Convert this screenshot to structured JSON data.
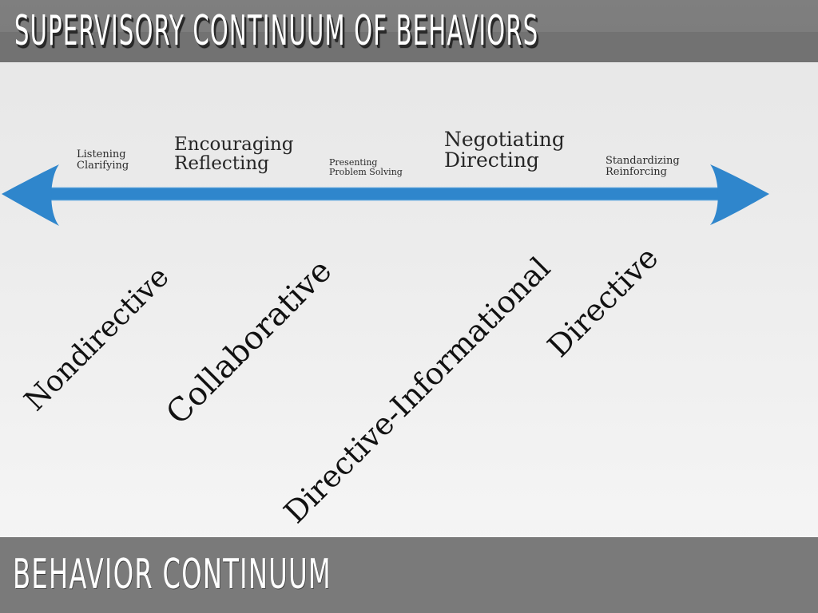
{
  "header": {
    "title": "SUPERVISORY CONTINUUM OF BEHAVIORS"
  },
  "footer": {
    "title": "BEHAVIOR CONTINUUM"
  },
  "diagram": {
    "arrow": {
      "type": "double-headed-horizontal",
      "color": "#2f86cc",
      "edge_color": "#5aa2db"
    },
    "behaviors": [
      {
        "line1": "Listening",
        "line2": "Clarifying"
      },
      {
        "line1": "Encouraging",
        "line2": "Reflecting"
      },
      {
        "line1": "Presenting",
        "line2": "Problem Solving"
      },
      {
        "line1": "Negotiating",
        "line2": "Directing"
      },
      {
        "line1": "Standardizing",
        "line2": "Reinforcing"
      }
    ],
    "styles": [
      {
        "label": "Nondirective"
      },
      {
        "label": "Collaborative"
      },
      {
        "label": "Directive-Informational"
      },
      {
        "label": "Directive"
      }
    ]
  }
}
